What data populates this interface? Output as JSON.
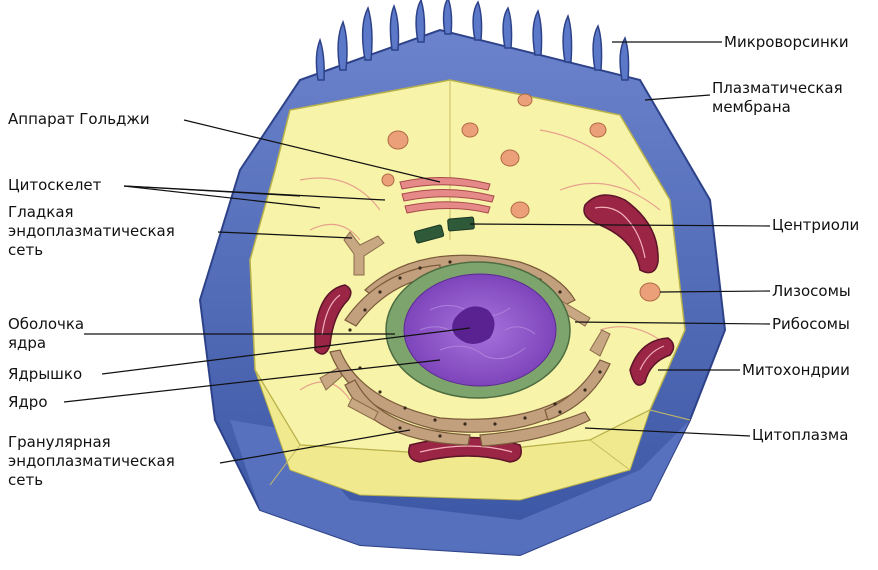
{
  "labels": {
    "microvilli": "Микроворсинки",
    "plasma_membrane": "Плазматическая\nмембрана",
    "golgi": "Аппарат Гольджи",
    "cytoskeleton": "Цитоскелет",
    "smooth_er": "Гладкая\nэндоплазматическая\nсеть",
    "centrioles": "Центриоли",
    "lysosomes": "Лизосомы",
    "nuclear_envelope": "Оболочка\nядра",
    "ribosomes": "Рибосомы",
    "nucleolus": "Ядрышко",
    "mitochondria": "Митохондрии",
    "nucleus": "Ядро",
    "cytoplasm": "Цитоплазма",
    "rough_er": "Гранулярная\nэндоплазматическая\nсеть"
  },
  "colors": {
    "membrane_blue": "#3f5aa8",
    "membrane_light": "#6f86d0",
    "cytoplasm": "#f6f2a6",
    "nucleus_purple": "#8d55c8",
    "nuclear_envelope": "#7aa36b",
    "mitochondria": "#9a2545",
    "er_tan": "#b8977a",
    "lysosome": "#e8a27a"
  }
}
